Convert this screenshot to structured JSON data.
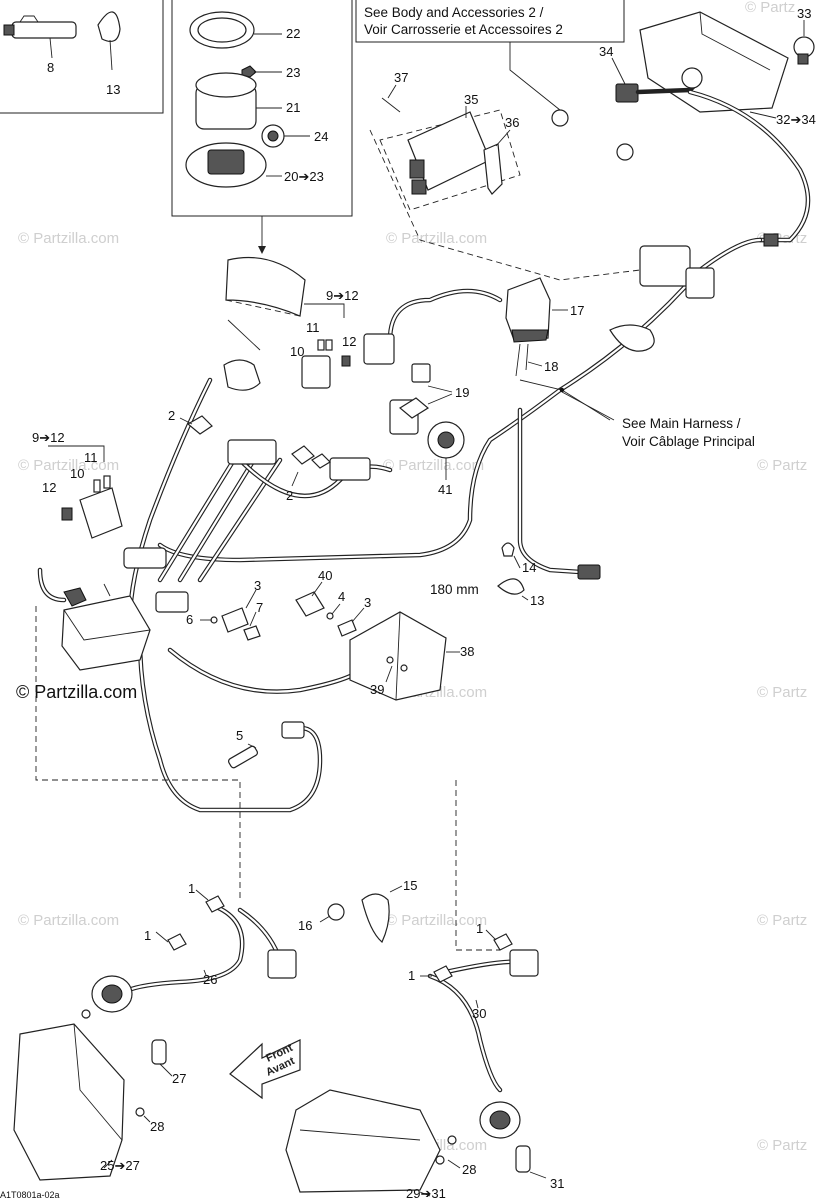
{
  "notes": {
    "body_line1": "See Body and Accessories 2 /",
    "body_line2": "Voir Carrosserie et Accessoires 2",
    "main_line1": "See Main Harness /",
    "main_line2": "Voir Câblage Principal",
    "length": "180 mm"
  },
  "watermark": {
    "text": "© Partzilla.com",
    "text_cut": "© Partz"
  },
  "front_arrow": {
    "line1": "Front",
    "line2": "Avant"
  },
  "drawing_code": "A1T0801a-02a",
  "callouts": {
    "c8": "8",
    "c13a": "13",
    "c22": "22",
    "c23": "23",
    "c21": "21",
    "c24": "24",
    "c20_23": "20➔23",
    "c37": "37",
    "c35": "35",
    "c36": "36",
    "c34": "34",
    "c33": "33",
    "c32_34": "32➔34",
    "c9_12a": "9➔12",
    "c11a": "11",
    "c10a": "10",
    "c12a": "12",
    "c17": "17",
    "c18": "18",
    "c19": "19",
    "c2a": "2",
    "c2b": "2",
    "c9_12b": "9➔12",
    "c11b": "11",
    "c10b": "10",
    "c12b": "12",
    "c41": "41",
    "c14": "14",
    "c13b": "13",
    "c3a": "3",
    "c7": "7",
    "c6": "6",
    "c40": "40",
    "c4": "4",
    "c3b": "3",
    "c38": "38",
    "c39": "39",
    "c5": "5",
    "c15": "15",
    "c16": "16",
    "c1a": "1",
    "c1b": "1",
    "c26": "26",
    "c1c": "1",
    "c1d": "1",
    "c30": "30",
    "c27": "27",
    "c28a": "28",
    "c25_27": "25➔27",
    "c28b": "28",
    "c31": "31",
    "c29_31": "29➔31"
  }
}
